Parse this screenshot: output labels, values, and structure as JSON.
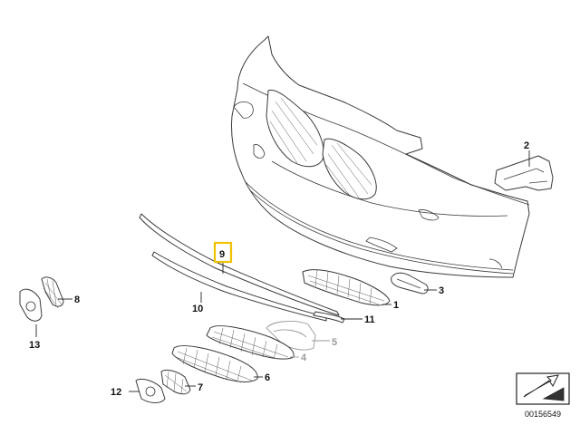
{
  "diagram": {
    "highlight": "#f2c200",
    "callouts": [
      {
        "id": "c1",
        "label": "1"
      },
      {
        "id": "c2",
        "label": "2"
      },
      {
        "id": "c3",
        "label": "3"
      },
      {
        "id": "c4",
        "label": "4"
      },
      {
        "id": "c5",
        "label": "5"
      },
      {
        "id": "c6",
        "label": "6"
      },
      {
        "id": "c7",
        "label": "7"
      },
      {
        "id": "c8",
        "label": "8"
      },
      {
        "id": "c9",
        "label": "9"
      },
      {
        "id": "c10",
        "label": "10"
      },
      {
        "id": "c11",
        "label": "11"
      },
      {
        "id": "c12",
        "label": "12"
      },
      {
        "id": "c13",
        "label": "13"
      }
    ],
    "diagram_code": "00156549"
  }
}
